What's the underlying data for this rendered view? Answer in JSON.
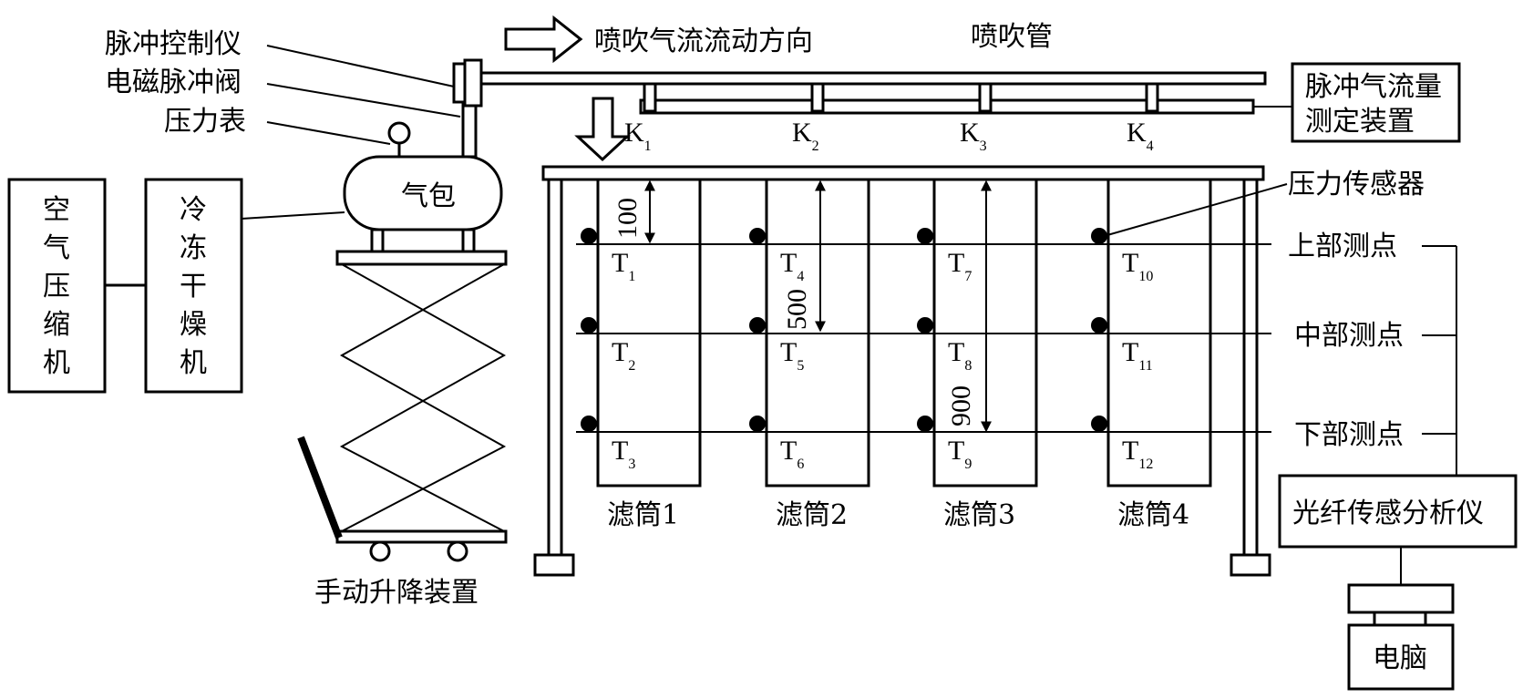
{
  "labels": {
    "pulse_controller": "脉冲控制仪",
    "solenoid_valve": "电磁脉冲阀",
    "pressure_gauge": "压力表",
    "air_compressor": "空气压缩机",
    "freeze_dryer": "冷冻干燥机",
    "air_tank": "气包",
    "lifting_device": "手动升降装置",
    "flow_direction": "喷吹气流流动方向",
    "blow_pipe": "喷吹管",
    "flow_measure_line1": "脉冲气流量",
    "flow_measure_line2": "测定装置",
    "pressure_sensor": "压力传感器",
    "upper_point": "上部测点",
    "middle_point": "中部测点",
    "lower_point": "下部测点",
    "fiber_analyzer": "光纤传感分析仪",
    "computer": "电脑"
  },
  "nozzles": [
    {
      "main": "K",
      "sub": "1"
    },
    {
      "main": "K",
      "sub": "2"
    },
    {
      "main": "K",
      "sub": "3"
    },
    {
      "main": "K",
      "sub": "4"
    }
  ],
  "filters": [
    {
      "name": "滤筒1",
      "sensors": [
        {
          "main": "T",
          "sub": "1"
        },
        {
          "main": "T",
          "sub": "2"
        },
        {
          "main": "T",
          "sub": "3"
        }
      ]
    },
    {
      "name": "滤筒2",
      "sensors": [
        {
          "main": "T",
          "sub": "4"
        },
        {
          "main": "T",
          "sub": "5"
        },
        {
          "main": "T",
          "sub": "6"
        }
      ]
    },
    {
      "name": "滤筒3",
      "sensors": [
        {
          "main": "T",
          "sub": "7"
        },
        {
          "main": "T",
          "sub": "8"
        },
        {
          "main": "T",
          "sub": "9"
        }
      ]
    },
    {
      "name": "滤筒4",
      "sensors": [
        {
          "main": "T",
          "sub": "10"
        },
        {
          "main": "T",
          "sub": "11"
        },
        {
          "main": "T",
          "sub": "12"
        }
      ]
    }
  ],
  "dimensions": {
    "d1": "100",
    "d2": "500",
    "d3": "900"
  }
}
